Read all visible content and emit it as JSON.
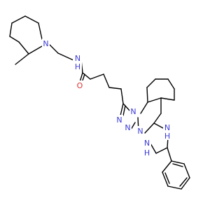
{
  "molecule": {
    "atoms": {
      "n_piperidine": "N",
      "nh_amide": "N\nH",
      "o_carbonyl": "O",
      "n_ring_top": "N",
      "n_triazole_left1": "N",
      "n_triazole_left2": "N",
      "n_ring_bridge": "N",
      "nh_ring_right": "N\nH",
      "nh_ring_bottom": "N\nH"
    },
    "colors": {
      "bond": "#000000",
      "nitrogen": "#3b3bd6",
      "oxygen": "#e03030",
      "background": "#ffffff"
    }
  }
}
